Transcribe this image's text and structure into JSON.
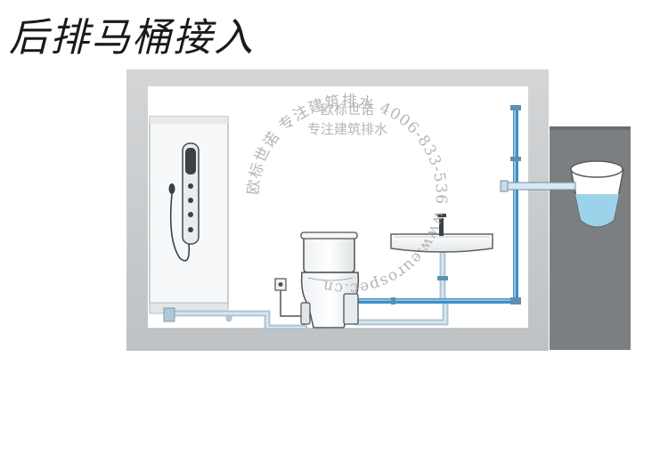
{
  "title": "后排马桶接入",
  "watermark": {
    "ring_text": "欧标世诺 专注建筑排水 4006-833-536 www.eurospec.cn",
    "brand": "欧标世诺",
    "slogan": "专注建筑排水"
  },
  "colors": {
    "wall_gray": "#cfd1d3",
    "room_white": "#ffffff",
    "pipe_blue": "#3f8fc6",
    "pipe_light": "#c6d6e2",
    "stack_dark": "#7b7f82",
    "water_blue": "#9dd3ea"
  }
}
